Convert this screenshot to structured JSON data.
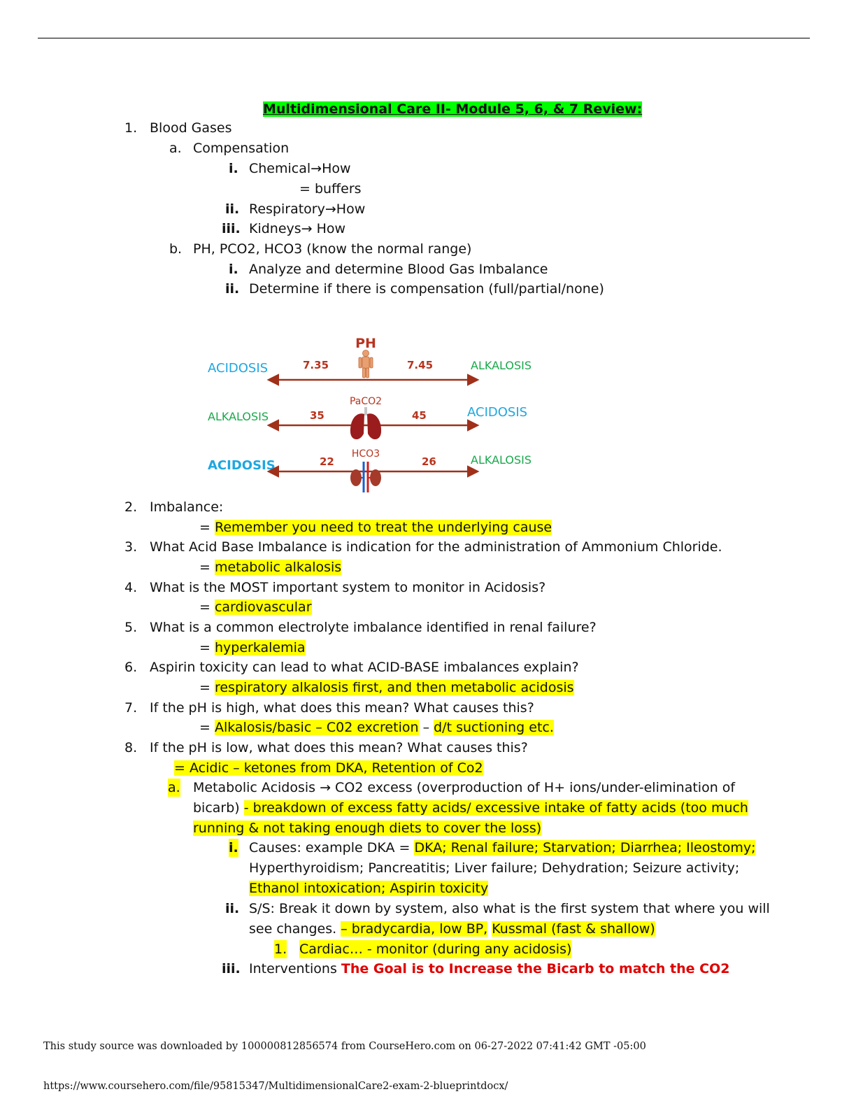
{
  "title": "Multidimensional Care II- Module 5, 6, & 7 Review:",
  "section1": {
    "num": "1.",
    "text": "Blood Gases",
    "a": {
      "marker": "a.",
      "text": "Compensation",
      "i": {
        "marker": "i.",
        "text": "Chemical→How",
        "sub": "= buffers"
      },
      "ii": {
        "marker": "ii.",
        "text": "Respiratory→How"
      },
      "iii": {
        "marker": "iii.",
        "text": "Kidneys→ How"
      }
    },
    "b": {
      "marker": "b.",
      "text": "PH, PCO2, HCO3 (know the normal range)",
      "i": {
        "marker": "i.",
        "text": "Analyze and determine Blood Gas Imbalance"
      },
      "ii": {
        "marker": "ii.",
        "text": "Determine if there is compensation (full/partial/none)"
      }
    }
  },
  "diagram": {
    "ph": {
      "label": "PH",
      "low": "7.35",
      "high": "7.45",
      "left": "ACIDOSIS",
      "right": "ALKALOSIS"
    },
    "paco2": {
      "label": "PaCO2",
      "low": "35",
      "high": "45",
      "left": "ALKALOSIS",
      "right": "ACIDOSIS"
    },
    "hco3": {
      "label": "HCO3",
      "low": "22",
      "high": "26",
      "left": "ACIDOSIS",
      "right": "ALKALOSIS"
    },
    "colors": {
      "acidosis": "#1ea7e0",
      "alkalosis": "#1aa84c",
      "value": "#b8341e",
      "arrow": "#a0301a"
    }
  },
  "q2": {
    "num": "2.",
    "text": "Imbalance:",
    "answer": "Remember you need to treat the underlying cause"
  },
  "q3": {
    "num": "3.",
    "text": "What Acid Base Imbalance is indication for the administration of Ammonium Chloride.",
    "answer": "metabolic alkalosis"
  },
  "q4": {
    "num": "4.",
    "text": "What is the MOST important system to monitor in Acidosis?",
    "answer": "cardiovascular"
  },
  "q5": {
    "num": "5.",
    "text": "What is a common electrolyte imbalance identified in renal failure?",
    "answer": "hyperkalemia"
  },
  "q6": {
    "num": "6.",
    "text": "Aspirin toxicity can lead to what ACID-BASE imbalances explain?",
    "answer": "respiratory alkalosis first, and then metabolic acidosis"
  },
  "q7": {
    "num": "7.",
    "text": "If the pH is high, what does this mean?  What causes this?",
    "answer1": "Alkalosis/basic – C02 excretion",
    "sep": " – ",
    "answer2": "d/t suctioning etc."
  },
  "q8": {
    "num": "8.",
    "text": "If the pH is low, what does this mean?  What causes this?",
    "answer": "= Acidic – ketones from DKA, Retention of Co2",
    "a": {
      "marker": "a.",
      "line1": "Metabolic Acidosis → CO2 excess (overproduction of H+ ions/under-elimination of",
      "line2a": "bicarb)  ",
      "line2b": "- breakdown of excess fatty acids/ excessive intake of fatty acids (too much",
      "line3": "running & not taking enough diets to cover the loss)",
      "i": {
        "marker": "i.",
        "prefix": "Causes: example DKA = ",
        "hl1": "DKA; Renal failure; Starvation; Diarrhea; Ileostomy;",
        "line2": "Hyperthyroidism; Pancreatitis; Liver failure; Dehydration; Seizure activity;",
        "hl3": "Ethanol intoxication; Aspirin toxicity"
      },
      "ii": {
        "marker": "ii.",
        "line1": "S/S: Break it down by system, also what is the first system that where you will",
        "line2a": "see changes.  ",
        "hl2a": "– bradycardia, low BP,",
        "hl2b": "Kussmal (fast & shallow)",
        "sub_num": "1.",
        "sub_text": "Cardiac… - monitor (during any acidosis)"
      },
      "iii": {
        "marker": "iii.",
        "text": "Interventions ",
        "red": "The Goal is to Increase the Bicarb to match the CO2"
      }
    }
  },
  "footer": {
    "download": "This study source was downloaded by 100000812856574 from CourseHero.com on 06-27-2022 07:41:42 GMT -05:00",
    "url": "https://www.coursehero.com/file/95815347/MultidimensionalCare2-exam-2-blueprintdocx/"
  }
}
